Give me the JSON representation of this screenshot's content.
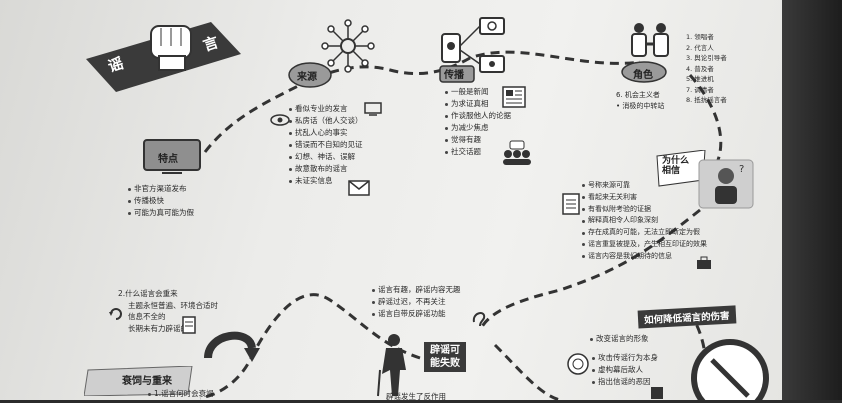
{
  "title": {
    "left": "谣",
    "right": "言"
  },
  "nodes": {
    "source": {
      "label": "来源"
    },
    "spread": {
      "label": "传播"
    },
    "role": {
      "label": "角色"
    },
    "feature": {
      "label": "特点"
    },
    "why": {
      "label_line1": "为什么",
      "label_line2": "相信"
    },
    "reduce": {
      "label": "如何降低谣言的伤害"
    },
    "decline": {
      "label": "衰饲与重来"
    },
    "refute": {
      "label_line1": "辟谣可",
      "label_line2": "能失败"
    }
  },
  "source_items": [
    "看似专业的发言",
    "私房话（他人交谈）",
    "扰乱人心的事实",
    "错误而不自知的见证",
    "幻想、神话、误解",
    "故意散布的谣言",
    "未证实信息"
  ],
  "spread_items": [
    "一般是新闻",
    "为求证真相",
    "作谈服他人的论据",
    "为减少焦虑",
    "觉得有趣",
    "社交话题"
  ],
  "role_items": [
    "1. 领唱者",
    "2. 代言人",
    "3. 舆论引导者",
    "4. 普及者",
    "5. 推进机",
    "7. 调情者",
    "8. 抵抗谣言者"
  ],
  "role_items2": [
    "6. 机会主义者",
    "• 消极的中转站"
  ],
  "feature_items": [
    "非官方渠道发布",
    "传播极快",
    "可能为真可能为假"
  ],
  "why_items": [
    "号称来源可靠",
    "看起来无关利害",
    "有看似附考验的证据",
    "解释真相令人印象深刻",
    "存在成真的可能，无法立即断定为假",
    "谣言重复被提及，产生相互印证的效果",
    "谣言内容是我们期待的信息"
  ],
  "refute_items": [
    "谣言有趣，辟谣内容无趣",
    "辟谣过迟，不再关注",
    "谣言自带反辟谣功能"
  ],
  "decline_text": [
    "2.什么谣言会重来",
    "主题永恒普遍、环境合适时",
    "信息不全的",
    "长期未有力辟谣的"
  ],
  "decline_bottom": "1.谣言何时会衰竭",
  "reduce_items": [
    "改变谣言的形象",
    "攻击传谣行为本身",
    "虚构幕后敌人",
    "指出信谣的恶因"
  ],
  "bottom_cut": "辟谣发生了反作用",
  "colors": {
    "ink": "#2a2a2a",
    "dark": "#3a3a3a",
    "paper": "#efefed"
  }
}
